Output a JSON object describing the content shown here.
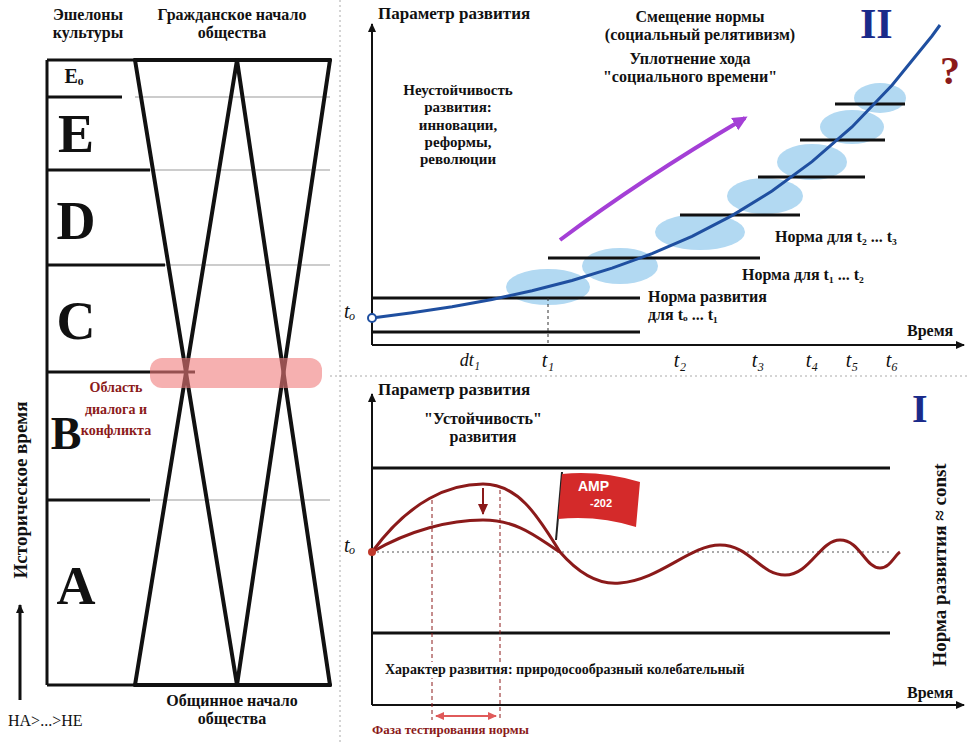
{
  "diagram": {
    "labels": [
      "Эшелоны культуры",
      "Гражданское начало общества",
      "Eₒ",
      "E",
      "D",
      "C",
      "B",
      "A",
      "Область диалога и конфликта",
      "Историческое время",
      "Общинное начало общества",
      "HA>...>HE",
      "Параметр развития",
      "II",
      "?",
      "Смещение нормы (социальный релятивизм)",
      "Уплотнение хода \"социального времени\"",
      "Неустойчивость развития: инновации, реформы, революции",
      "Норма для t₂ ... t₃",
      "Норма для t₁ ... t₂",
      "Норма развития для tₒ ... t₁",
      "Время",
      "tₒ",
      "dt₁",
      "t₁",
      "t₂",
      "t₃",
      "t₄",
      "t₅",
      "t₆",
      "Параметр развития",
      "I",
      "\"Устойчивость\" развития",
      "tₒ",
      "AMP",
      "-202",
      "Характер развития: природосообразный колебательный",
      "Время",
      "Фаза тестирования нормы",
      "Норма развития ≈ const"
    ]
  }
}
